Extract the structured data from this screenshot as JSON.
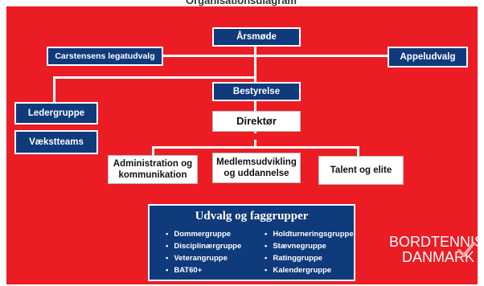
{
  "top_label": "Organisationsdiagram",
  "nodes": {
    "arsmode": "Årsmøde",
    "legatudvalg": "Carstensens legatudvalg",
    "appeludvalg": "Appeludvalg",
    "bestyrelse": "Bestyrelse",
    "ledergruppe": "Ledergruppe",
    "vaekstteams": "Vækstteams",
    "direktor": "Direktør",
    "administration": "Administration og kommunikation",
    "medlemsudvikling": "Medlemsudvikling og uddannelse",
    "talent": "Talent og elite"
  },
  "udvalg": {
    "title": "Udvalg og faggrupper",
    "left": [
      "Dommergruppe",
      "Disciplinærgruppe",
      "Veterangruppe",
      "BAT60+"
    ],
    "right": [
      "Holdturneringsgruppe",
      "Stævnegruppe",
      "Ratinggruppe",
      "Kalendergruppe"
    ]
  },
  "logo": {
    "line1": "BORDTENNIS",
    "line2": "DANMARK"
  },
  "colors": {
    "background": "#ec1c24",
    "navy": "#0f3a7c",
    "check": "#f4a7a7"
  }
}
